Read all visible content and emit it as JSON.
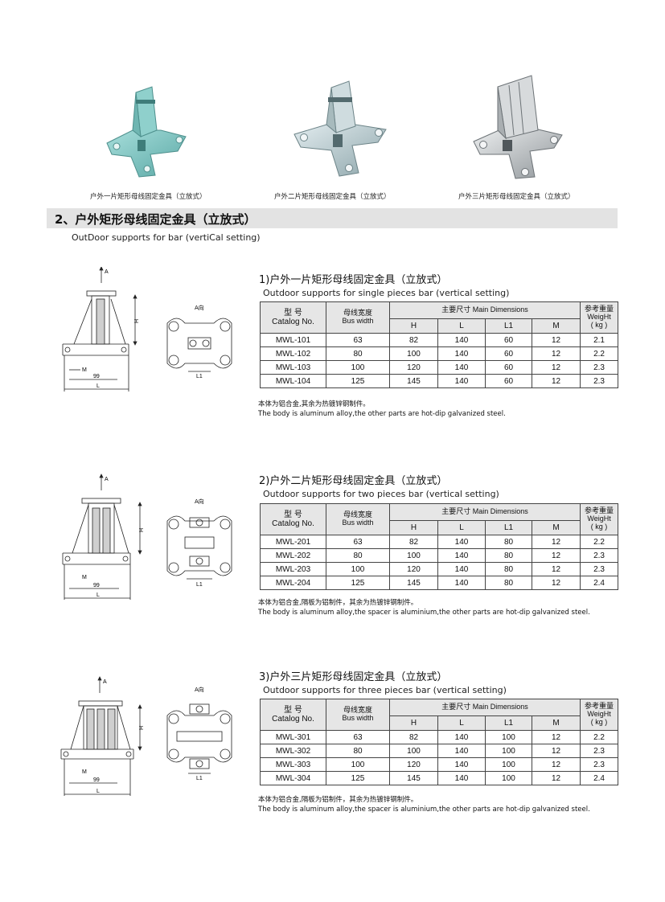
{
  "photos": [
    {
      "caption": "户外一片矩形母线固定金具（立放式）",
      "color": "#7fc4c0"
    },
    {
      "caption": "户外二片矩形母线固定金具（立放式）",
      "color": "#a9c2c6"
    },
    {
      "caption": "户外三片矩形母线固定金具（立放式）",
      "color": "#b3b8bc"
    }
  ],
  "section": {
    "title": "2、户外矩形母线固定金具（立放式）",
    "subtitle": "OutDoor supports for bar (vertiCal setting)"
  },
  "drawing_labels": {
    "a": "A",
    "view": "A向",
    "h": "H",
    "m": "M",
    "w99": "99",
    "l": "L",
    "l1": "L1"
  },
  "table_headers": {
    "model_cn": "型 号",
    "model_en": "Catalog No.",
    "width_cn": "母线宽度",
    "width_en": "Bus width",
    "dims": "主要尺寸 Main Dimensions",
    "h": "H",
    "l": "L",
    "l1": "L1",
    "m": "M",
    "weight_cn": "参考重量",
    "weight_en": "WeigHt",
    "weight_unit": "( kg )"
  },
  "products": [
    {
      "title": "1)户外一片矩形母线固定金具（立放式）",
      "subtitle": "Outdoor supports for single pieces bar (vertical setting)",
      "rows": [
        [
          "MWL-101",
          "63",
          "82",
          "140",
          "60",
          "12",
          "2.1"
        ],
        [
          "MWL-102",
          "80",
          "100",
          "140",
          "60",
          "12",
          "2.2"
        ],
        [
          "MWL-103",
          "100",
          "120",
          "140",
          "60",
          "12",
          "2.3"
        ],
        [
          "MWL-104",
          "125",
          "145",
          "140",
          "60",
          "12",
          "2.3"
        ]
      ],
      "note_cn": "本体为铝合金,其余为热镀锌钢制件。",
      "note_en": "The body is aluminum alloy,the other parts are hot-dip galvanized steel."
    },
    {
      "title": "2)户外二片矩形母线固定金具（立放式）",
      "subtitle": "Outdoor supports for two pieces bar (vertical setting)",
      "rows": [
        [
          "MWL-201",
          "63",
          "82",
          "140",
          "80",
          "12",
          "2.2"
        ],
        [
          "MWL-202",
          "80",
          "100",
          "140",
          "80",
          "12",
          "2.3"
        ],
        [
          "MWL-203",
          "100",
          "120",
          "140",
          "80",
          "12",
          "2.3"
        ],
        [
          "MWL-204",
          "125",
          "145",
          "140",
          "80",
          "12",
          "2.4"
        ]
      ],
      "note_cn": "本体为铝合金,隔板为铝制件，其余为热镀锌钢制件。",
      "note_en": "The body is aluminum alloy,the spacer is aluminium,the other parts are hot-dip galvanized steel."
    },
    {
      "title": "3)户外三片矩形母线固定金具（立放式）",
      "subtitle": "Outdoor supports for three pieces bar (vertical setting)",
      "rows": [
        [
          "MWL-301",
          "63",
          "82",
          "140",
          "100",
          "12",
          "2.2"
        ],
        [
          "MWL-302",
          "80",
          "100",
          "140",
          "100",
          "12",
          "2.3"
        ],
        [
          "MWL-303",
          "100",
          "120",
          "140",
          "100",
          "12",
          "2.3"
        ],
        [
          "MWL-304",
          "125",
          "145",
          "140",
          "100",
          "12",
          "2.4"
        ]
      ],
      "note_cn": "本体为铝合金,隔板为铝制件，其余为热镀锌钢制件。",
      "note_en": "The body is aluminum alloy,the spacer is aluminium,the other parts are hot-dip galvanized steel."
    }
  ]
}
